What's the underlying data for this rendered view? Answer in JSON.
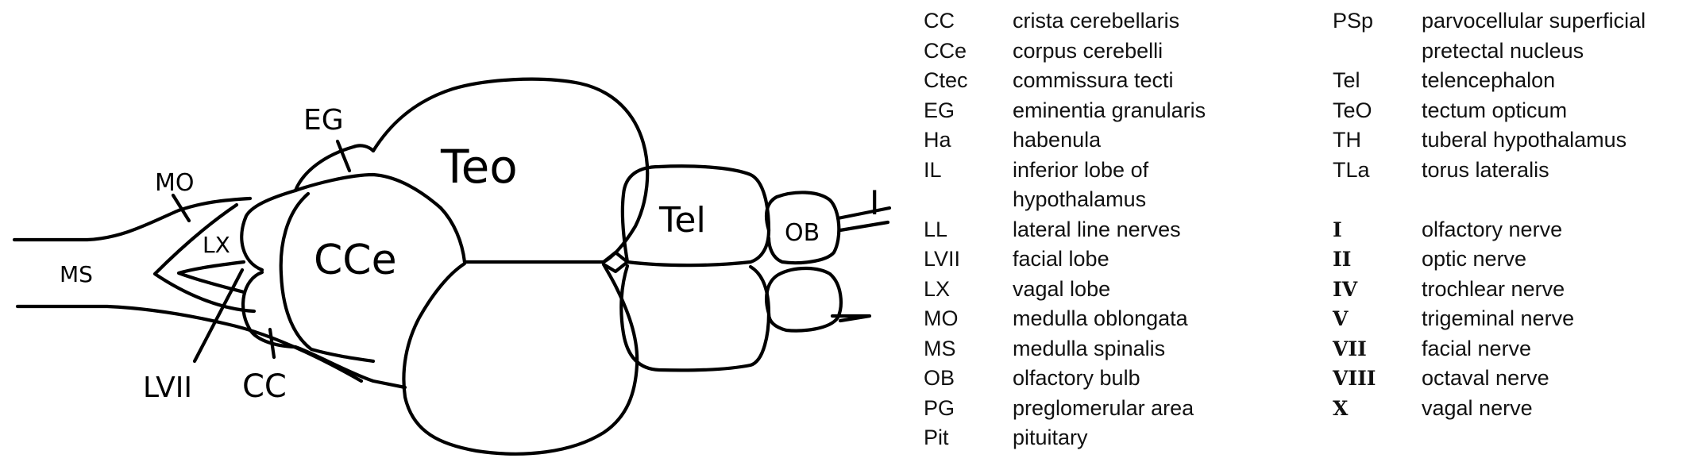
{
  "diagram": {
    "labels": {
      "ms": "MS",
      "mo": "MO",
      "lx": "LX",
      "eg": "EG",
      "cce": "CCe",
      "teo": "Teo",
      "tel": "Tel",
      "ob": "OB",
      "nerve_i": "I",
      "lvii": "LVII",
      "cc": "CC"
    }
  },
  "legend": {
    "left": [
      {
        "abbr": "CC",
        "def": "crista cerebellaris"
      },
      {
        "abbr": "CCe",
        "def": "corpus cerebelli"
      },
      {
        "abbr": "Ctec",
        "def": "commissura tecti"
      },
      {
        "abbr": "EG",
        "def": "eminentia granularis"
      },
      {
        "abbr": "Ha",
        "def": "habenula"
      },
      {
        "abbr": "IL",
        "def": "inferior lobe of\nhypothalamus"
      },
      {
        "abbr": "LL",
        "def": "lateral line nerves"
      },
      {
        "abbr": "LVII",
        "def": "facial lobe"
      },
      {
        "abbr": "LX",
        "def": "vagal lobe"
      },
      {
        "abbr": "MO",
        "def": "medulla oblongata"
      },
      {
        "abbr": "MS",
        "def": "medulla spinalis"
      },
      {
        "abbr": "OB",
        "def": "olfactory bulb"
      },
      {
        "abbr": "PG",
        "def": "preglomerular area"
      },
      {
        "abbr": "Pit",
        "def": "pituitary"
      }
    ],
    "right": [
      {
        "abbr": "PSp",
        "def": "parvocellular superficial\npretectal nucleus"
      },
      {
        "abbr": "Tel",
        "def": "telencephalon"
      },
      {
        "abbr": "TeO",
        "def": "tectum opticum"
      },
      {
        "abbr": "TH",
        "def": "tuberal hypothalamus"
      },
      {
        "abbr": "TLa",
        "def": "torus lateralis"
      }
    ],
    "nerves": [
      {
        "abbr": "I",
        "def": "olfactory nerve"
      },
      {
        "abbr": "II",
        "def": "optic nerve"
      },
      {
        "abbr": "IV",
        "def": "trochlear nerve"
      },
      {
        "abbr": "V",
        "def": "trigeminal nerve"
      },
      {
        "abbr": "VII",
        "def": "facial nerve"
      },
      {
        "abbr": "VIII",
        "def": "octaval nerve"
      },
      {
        "abbr": "X",
        "def": "vagal nerve"
      }
    ]
  }
}
